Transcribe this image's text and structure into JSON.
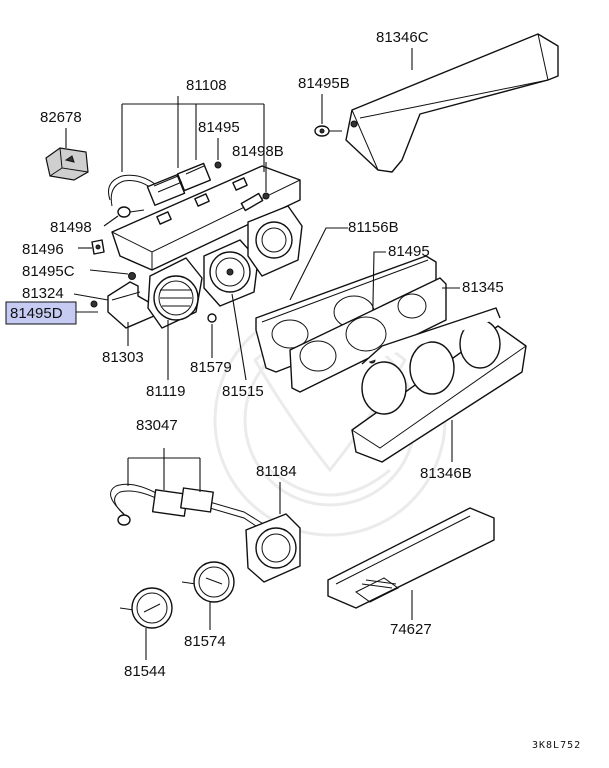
{
  "labels": {
    "p81346C": "81346C",
    "p81108": "81108",
    "p81495B": "81495B",
    "p82678": "82678",
    "p81495_top": "81495",
    "p81498B": "81498B",
    "p81498": "81498",
    "p81496": "81496",
    "p81495C": "81495C",
    "p81324": "81324",
    "p81495D": "81495D",
    "p81303": "81303",
    "p81119": "81119",
    "p81579": "81579",
    "p81515": "81515",
    "p81156B": "81156B",
    "p81495_mid": "81495",
    "p81345": "81345",
    "p81346B": "81346B",
    "p83047": "83047",
    "p81184": "81184",
    "p74627": "74627",
    "p81574": "81574",
    "p81544": "81544"
  },
  "diagram_code": "3K8L752",
  "highlight_color": "#c5cbf2"
}
